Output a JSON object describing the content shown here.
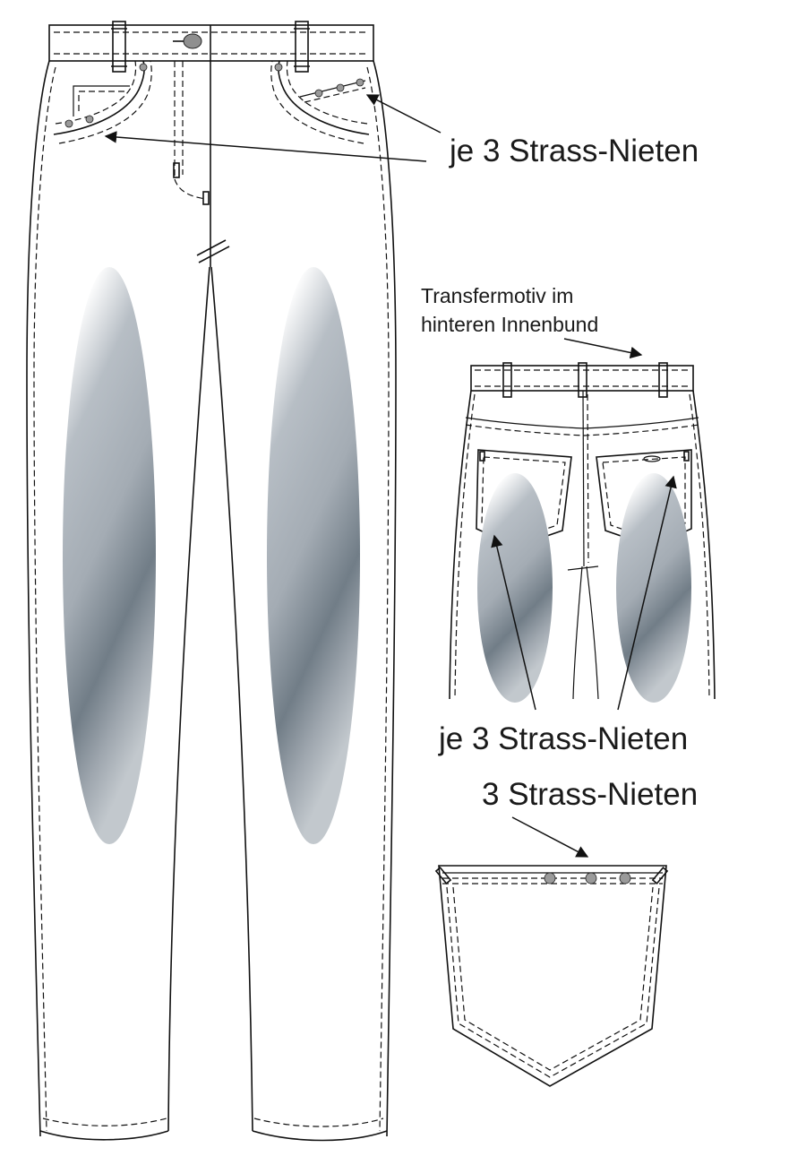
{
  "annotations": {
    "front_pocket_rivets": "je 3 Strass-Nieten",
    "transfer_motif_line1": "Transfermotiv im",
    "transfer_motif_line2": "hinteren Innenbund",
    "back_pocket_rivets": "je 3 Strass-Nieten",
    "pocket_detail_rivets": "3 Strass-Nieten"
  },
  "views": {
    "front": "front-jeans-view",
    "back": "back-jeans-view",
    "pocket": "back-pocket-detail"
  },
  "colors": {
    "line": "#111111",
    "wash_light": "#f4f5f7",
    "wash_mid": "#a9b0b8",
    "wash_dark": "#6f7a84",
    "rivet": "#9a9a9a"
  }
}
